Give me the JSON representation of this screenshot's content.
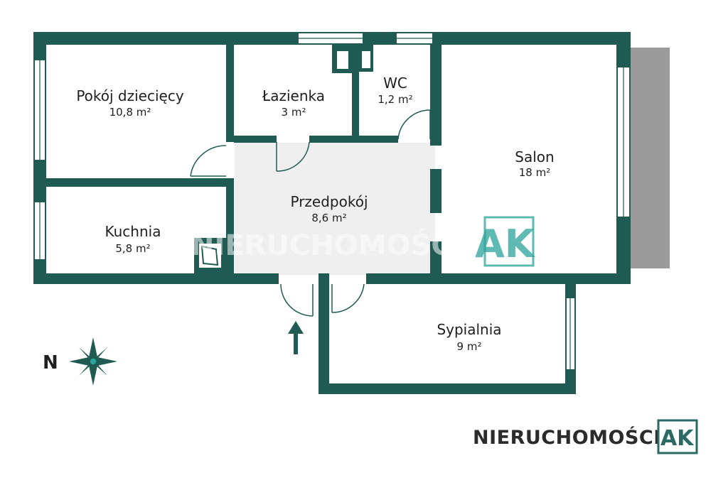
{
  "colors": {
    "wall": "#1f5a53",
    "hall_floor": "#efefef",
    "balcony": "#9b9b9b",
    "window": "#ffffff",
    "accent": "#2a6a63"
  },
  "rooms": {
    "pokoj_dzieciecy": {
      "name": "Pokój dziecięcy",
      "area": "10,8 m²"
    },
    "lazienka": {
      "name": "Łazienka",
      "area": "3 m²"
    },
    "wc": {
      "name": "WC",
      "area": "1,2 m²"
    },
    "salon": {
      "name": "Salon",
      "area": "18 m²"
    },
    "przedpokoj": {
      "name": "Przedpokój",
      "area": "8,6 m²"
    },
    "kuchnia": {
      "name": "Kuchnia",
      "area": "5,8 m²"
    },
    "sypialnia": {
      "name": "Sypialnia",
      "area": "9 m²"
    }
  },
  "compass": {
    "label": "N",
    "icon": "compass-rose-icon"
  },
  "entrance": {
    "icon": "entrance-arrow-icon"
  },
  "watermark": {
    "text": "NIERUCHOMOŚCI",
    "mark": "AK"
  },
  "logo": {
    "text": "NIERUCHOMOŚCI",
    "mark": "AK"
  }
}
